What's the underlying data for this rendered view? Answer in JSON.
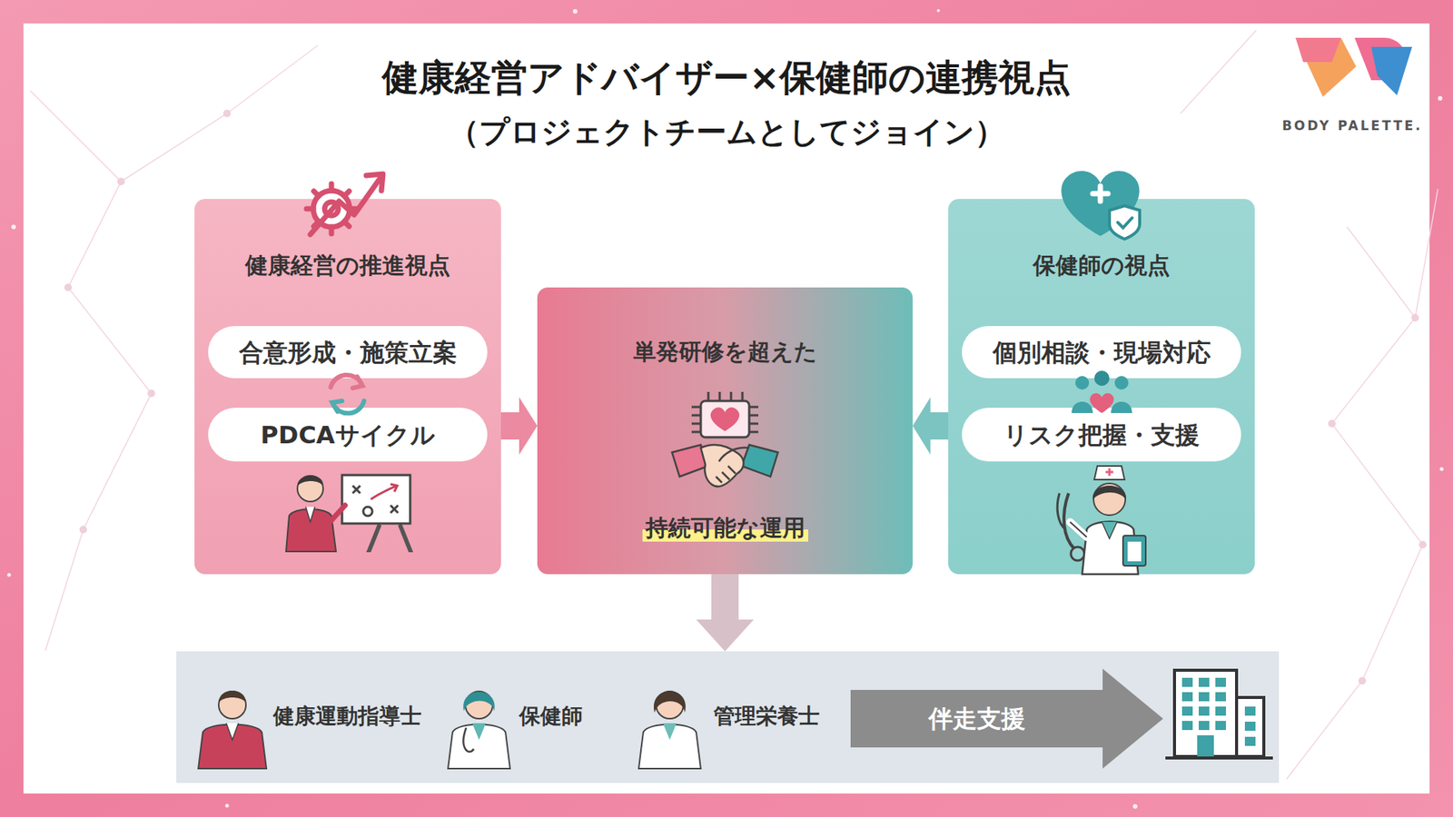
{
  "diagram": {
    "title": "健康経営アドバイザー×保健師の連携視点",
    "nodes": [
      {
        "text": [
          "健康経営の推進視点"
        ]
      },
      {
        "text": [
          "合意形成・施策立案"
        ],
        "in": 0
      },
      {
        "text": [
          "PDCAサイクル"
        ],
        "in": 0
      },
      {
        "text": [
          "単発研修を超えた",
          "持続可能な運用"
        ]
      },
      {
        "text": [
          "保健師の視点"
        ]
      },
      {
        "text": [
          "個別相談・現場対応"
        ],
        "in": 4
      },
      {
        "text": [
          "リスク把握・支援"
        ],
        "in": 4
      },
      {
        "text": [
          "健康運動指導士",
          "保健師",
          "管理栄養士"
        ]
      },
      {
        "text": [
          "伴走支援"
        ],
        "in": 7
      }
    ],
    "edges": [
      {
        "from": 0,
        "to": 3,
        "arrow": "to"
      },
      {
        "from": 4,
        "to": 3,
        "arrow": "to"
      },
      {
        "from": 3,
        "to": 7,
        "arrow": "to"
      }
    ],
    "labels": [
      "（プロジェクトチームとしてジョイン）",
      "BODY PALETTE."
    ]
  }
}
